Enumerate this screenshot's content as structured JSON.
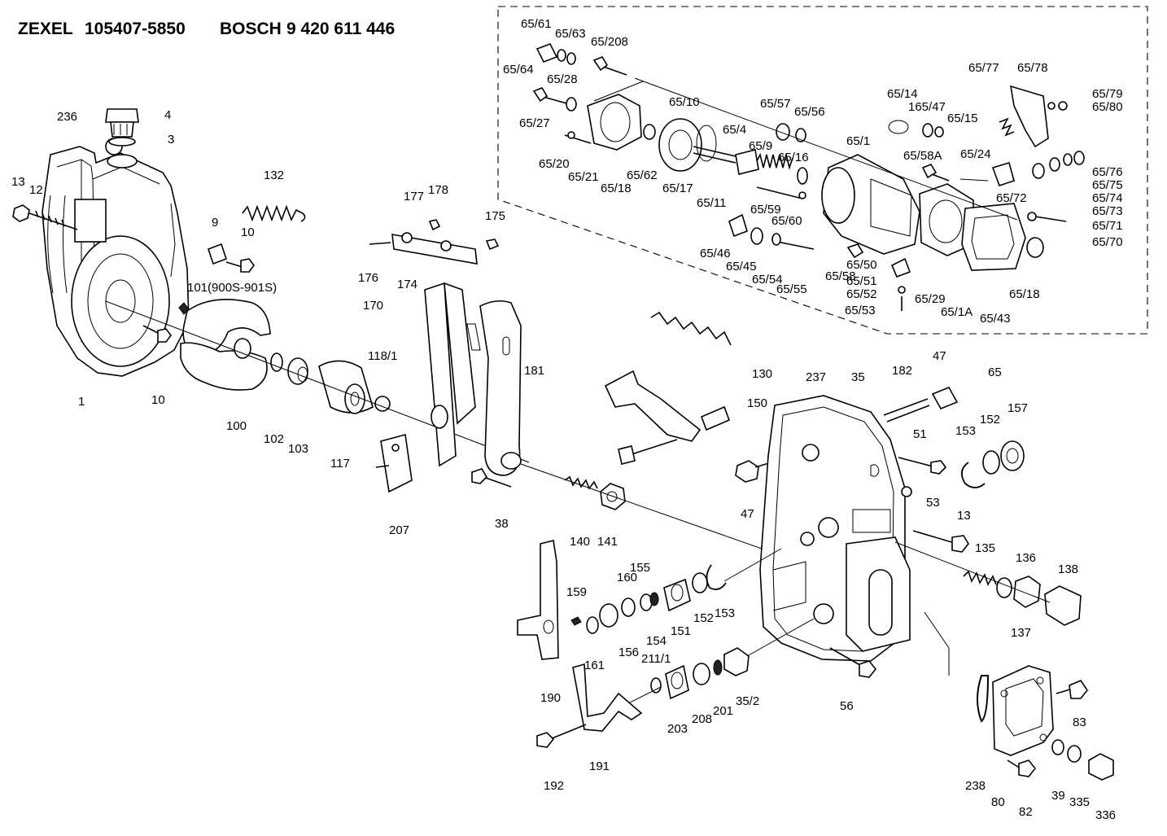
{
  "header": {
    "maker1": "ZEXEL",
    "num1": "105407-5850",
    "maker2": "BOSCH",
    "num2": "9 420 611 446"
  },
  "labels": [
    "65/61",
    "65/63",
    "65/208",
    "65/64",
    "65/28",
    "65/27",
    "65/20",
    "65/21",
    "65/18",
    "65/62",
    "65/17",
    "65/11",
    "65/10",
    "65/4",
    "65/9",
    "65/16",
    "65/57",
    "65/56",
    "65/14",
    "165/47",
    "65/15",
    "65/1",
    "65/58A",
    "65/24",
    "65/77",
    "65/78",
    "65/79",
    "65/80",
    "65/76",
    "65/75",
    "65/74",
    "65/73",
    "65/72",
    "65/71",
    "65/70",
    "65/59",
    "65/60",
    "65/46",
    "65/45",
    "65/54",
    "65/55",
    "65/58",
    "65/50",
    "65/51",
    "65/52",
    "65/53",
    "65/29",
    "65/1A",
    "65/43",
    "65/18",
    "65",
    "236",
    "4",
    "3",
    "13",
    "12",
    "132",
    "9",
    "10",
    "101(900S-901S)",
    "10",
    "1",
    "100",
    "102",
    "103",
    "117",
    "118/1",
    "177",
    "178",
    "175",
    "176",
    "174",
    "170",
    "181",
    "207",
    "38",
    "130",
    "150",
    "237",
    "35",
    "182",
    "47",
    "51",
    "153",
    "152",
    "157",
    "47",
    "53",
    "13",
    "135",
    "136",
    "138",
    "137",
    "140",
    "141",
    "159",
    "160",
    "155",
    "151",
    "152",
    "153",
    "161",
    "156",
    "154",
    "190",
    "211/1",
    "203",
    "208",
    "201",
    "35/2",
    "56",
    "238",
    "80",
    "82",
    "39",
    "335",
    "336",
    "83",
    "191",
    "192"
  ]
}
